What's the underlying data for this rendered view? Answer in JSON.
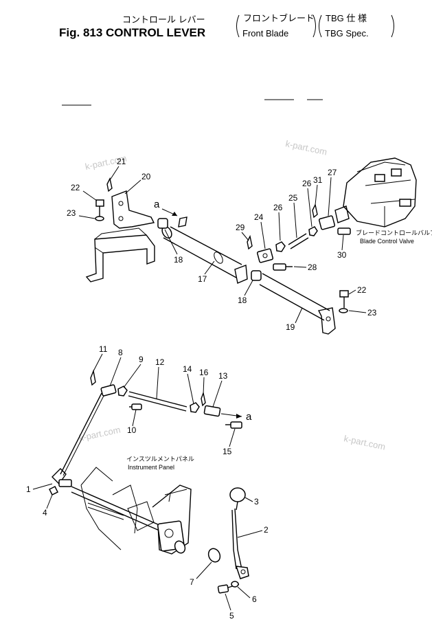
{
  "header": {
    "jp_title": "コントロール レバー",
    "jp_sub_1": "フロントブレード",
    "jp_sub_2": "TBG 仕 様",
    "fig_label": "Fig. 813 CONTROL LEVER",
    "en_sub_1": "Front Blade",
    "en_sub_2": "TBG Spec."
  },
  "watermark": "k-part.com",
  "annotations": {
    "blade_valve_jp": "ブレードコントロールバルブ",
    "blade_valve_en": "Blade Control Valve",
    "panel_jp": "インスツルメントパネル",
    "panel_en": "Instrument Panel",
    "ref_a": "a"
  },
  "callouts": {
    "c1": "1",
    "c2": "2",
    "c3": "3",
    "c4": "4",
    "c5": "5",
    "c6": "6",
    "c7": "7",
    "c8": "8",
    "c9": "9",
    "c10": "10",
    "c11": "11",
    "c12": "12",
    "c13": "13",
    "c14": "14",
    "c15": "15",
    "c16": "16",
    "c17": "17",
    "c18a": "18",
    "c18b": "18",
    "c19": "19",
    "c20": "20",
    "c21": "21",
    "c22a": "22",
    "c22b": "22",
    "c23a": "23",
    "c23b": "23",
    "c24": "24",
    "c25": "25",
    "c26a": "26",
    "c26b": "26",
    "c27": "27",
    "c28": "28",
    "c29": "29",
    "c30": "30",
    "c31": "31"
  }
}
